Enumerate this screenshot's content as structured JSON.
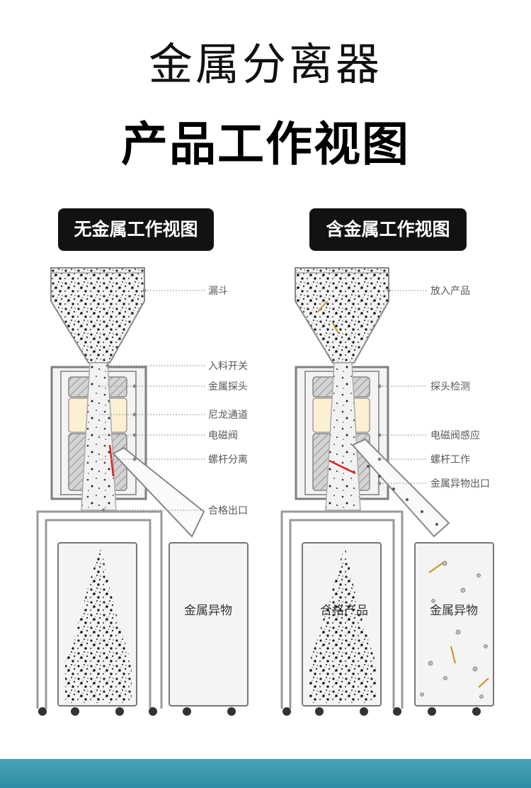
{
  "title_main": "金属分离器",
  "title_sub": "产品工作视图",
  "panels": {
    "left": {
      "badge": "无金属工作视图",
      "labels": [
        "漏斗",
        "入料开关",
        "金属探头",
        "尼龙通道",
        "电磁阀",
        "螺杆分离",
        "合格出口"
      ],
      "bin_right": "金属异物"
    },
    "right": {
      "badge": "含金属工作视图",
      "labels": [
        "放入产品",
        "探头检测",
        "电磁阀感应",
        "螺杆工作",
        "金属异物出口"
      ],
      "bin_left": "合格产品",
      "bin_right": "金属异物"
    }
  },
  "colors": {
    "outline": "#8a8a8a",
    "nylon": "#fbf0d2",
    "metal_probe": "#cfcfcf",
    "valve": "#d6d6d6",
    "lever": "#e02020",
    "footer": "#3a9bb0",
    "metal_pieces": "#c8962b"
  }
}
